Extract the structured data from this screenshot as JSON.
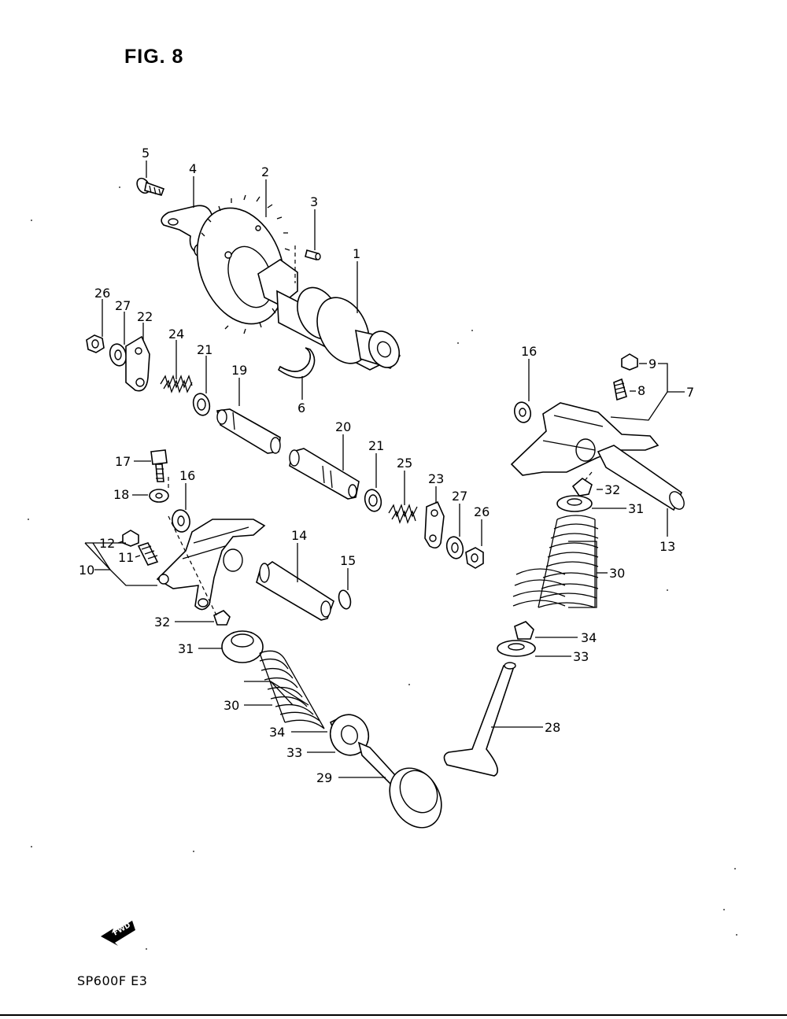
{
  "figure": {
    "title": "FIG. 8",
    "model_code": "SP600F E3",
    "fwd_label": "FWD"
  },
  "callouts": [
    {
      "id": "c5",
      "text": "5"
    },
    {
      "id": "c4",
      "text": "4"
    },
    {
      "id": "c2",
      "text": "2"
    },
    {
      "id": "c3",
      "text": "3"
    },
    {
      "id": "c1",
      "text": "1"
    },
    {
      "id": "c26a",
      "text": "26"
    },
    {
      "id": "c27a",
      "text": "27"
    },
    {
      "id": "c22",
      "text": "22"
    },
    {
      "id": "c24",
      "text": "24"
    },
    {
      "id": "c21a",
      "text": "21"
    },
    {
      "id": "c19",
      "text": "19"
    },
    {
      "id": "c6",
      "text": "6"
    },
    {
      "id": "c16a",
      "text": "16"
    },
    {
      "id": "c9",
      "text": "9"
    },
    {
      "id": "c8",
      "text": "8"
    },
    {
      "id": "c7",
      "text": "7"
    },
    {
      "id": "c20",
      "text": "20"
    },
    {
      "id": "c21b",
      "text": "21"
    },
    {
      "id": "c25",
      "text": "25"
    },
    {
      "id": "c23",
      "text": "23"
    },
    {
      "id": "c27b",
      "text": "27"
    },
    {
      "id": "c26b",
      "text": "26"
    },
    {
      "id": "c17",
      "text": "17"
    },
    {
      "id": "c16b",
      "text": "16"
    },
    {
      "id": "c18",
      "text": "18"
    },
    {
      "id": "c12",
      "text": "12"
    },
    {
      "id": "c11",
      "text": "11"
    },
    {
      "id": "c10",
      "text": "10"
    },
    {
      "id": "c14",
      "text": "14"
    },
    {
      "id": "c15",
      "text": "15"
    },
    {
      "id": "c32a",
      "text": "32"
    },
    {
      "id": "c31a",
      "text": "31"
    },
    {
      "id": "c13",
      "text": "13"
    },
    {
      "id": "c30a",
      "text": "30"
    },
    {
      "id": "c34a",
      "text": "34"
    },
    {
      "id": "c33a",
      "text": "33"
    },
    {
      "id": "c32b",
      "text": "32"
    },
    {
      "id": "c31b",
      "text": "31"
    },
    {
      "id": "c30b",
      "text": "30"
    },
    {
      "id": "c34b",
      "text": "34"
    },
    {
      "id": "c33b",
      "text": "33"
    },
    {
      "id": "c28",
      "text": "28"
    },
    {
      "id": "c29",
      "text": "29"
    }
  ]
}
